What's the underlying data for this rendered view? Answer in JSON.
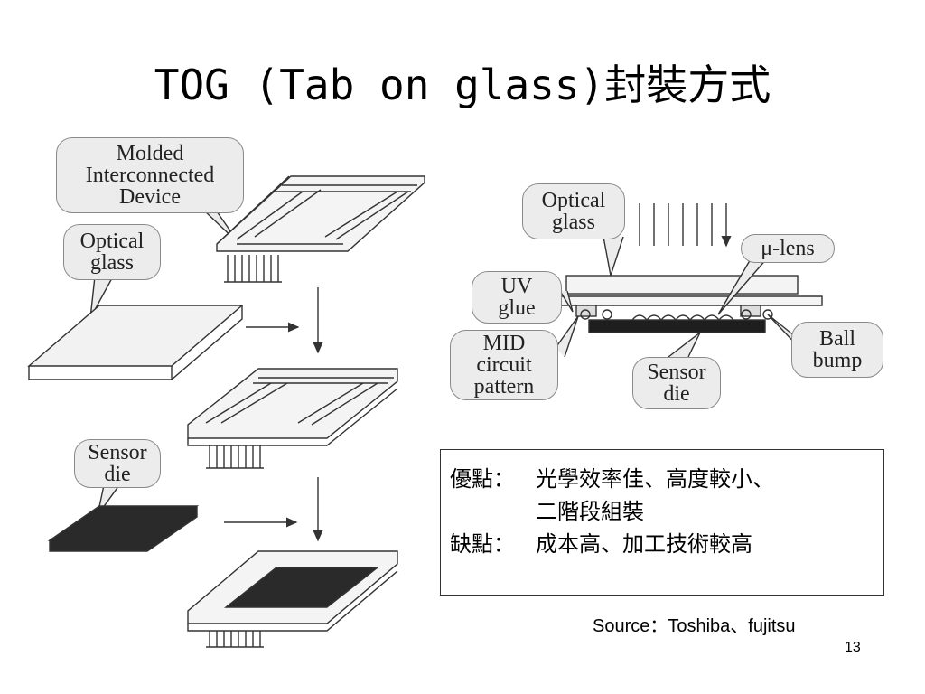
{
  "slide": {
    "title": "TOG (Tab on glass)封裝方式",
    "page_number": "13",
    "source": "Source：Toshiba、fujitsu"
  },
  "left_diagram": {
    "callouts": {
      "mid": "Molded\nInterconnected\nDevice",
      "optical_glass": "Optical\nglass",
      "sensor_die": "Sensor\ndie"
    }
  },
  "right_diagram": {
    "callouts": {
      "optical_glass": "Optical\nglass",
      "uv_glue": "UV\nglue",
      "mid_pattern": "MID\ncircuit\npattern",
      "micro_lens": "μ-lens",
      "ball_bump": "Ball\nbump",
      "sensor_die": "Sensor\ndie"
    }
  },
  "evaluation": {
    "pros_label": "優點：",
    "pros_line1": "光學效率佳、高度較小、",
    "pros_line2": "二階段組裝",
    "cons_label": "缺點：",
    "cons_text": "成本高、加工技術較高"
  },
  "colors": {
    "diagram_line": "#333333",
    "callout_fill": "#ececec",
    "dark_die": "#2a2a2a"
  }
}
